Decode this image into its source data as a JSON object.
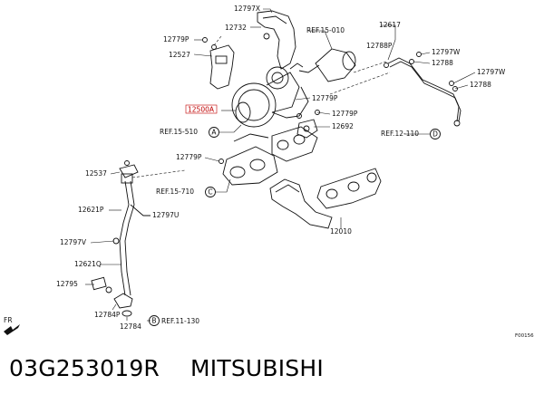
{
  "callouts": [
    {
      "id": "12797X",
      "text": "12797X"
    },
    {
      "id": "12732",
      "text": "12732"
    },
    {
      "id": "ref-15-010",
      "text": "REF.15-010"
    },
    {
      "id": "12617",
      "text": "12617"
    },
    {
      "id": "12788P-top",
      "text": "12788P"
    },
    {
      "id": "12797W-a",
      "text": "12797W"
    },
    {
      "id": "12788-a",
      "text": "12788"
    },
    {
      "id": "12797W-b",
      "text": "12797W"
    },
    {
      "id": "12788-b",
      "text": "12788"
    },
    {
      "id": "12779P-a",
      "text": "12779P"
    },
    {
      "id": "12527",
      "text": "12527"
    },
    {
      "id": "12500A",
      "text": "12500A"
    },
    {
      "id": "12779P-b",
      "text": "12779P"
    },
    {
      "id": "12779P-c",
      "text": "12779P"
    },
    {
      "id": "12692",
      "text": "12692"
    },
    {
      "id": "ref-15-510",
      "text": "REF.15-510"
    },
    {
      "id": "ref-12-110",
      "text": "REF.12-110"
    },
    {
      "id": "12779P-d",
      "text": "12779P"
    },
    {
      "id": "12537",
      "text": "12537"
    },
    {
      "id": "ref-15-710",
      "text": "REF.15-710"
    },
    {
      "id": "12621P",
      "text": "12621P"
    },
    {
      "id": "12797U",
      "text": "12797U"
    },
    {
      "id": "12010",
      "text": "12010"
    },
    {
      "id": "12797V",
      "text": "12797V"
    },
    {
      "id": "12621Q",
      "text": "12621Q"
    },
    {
      "id": "12795",
      "text": "12795"
    },
    {
      "id": "12784P",
      "text": "12784P"
    },
    {
      "id": "12784",
      "text": "12784"
    },
    {
      "id": "ref-11-130",
      "text": "REF.11-130"
    }
  ],
  "refs": {
    "A": "A",
    "B": "B",
    "C": "C",
    "D": "D"
  },
  "fr_label": "FR",
  "figure_code": "F00156",
  "caption": {
    "part_number": "03G253019R",
    "brand": "MITSUBISHI"
  },
  "colors": {
    "highlight": "#c00000",
    "ink": "#111111"
  }
}
